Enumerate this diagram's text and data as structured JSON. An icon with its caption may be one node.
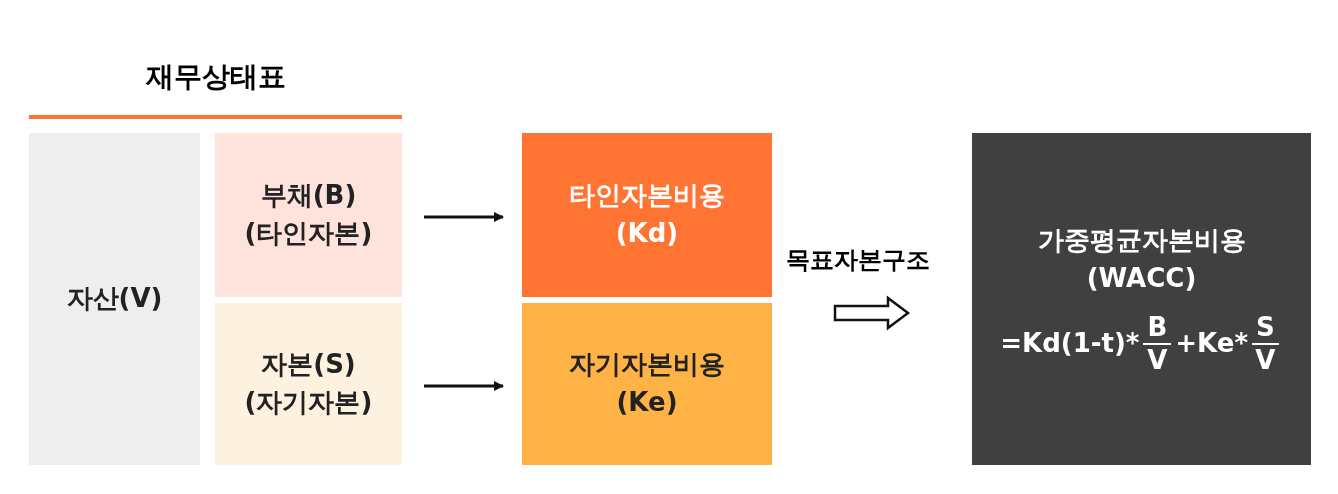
{
  "diagram": {
    "title": "재무상태표",
    "nodes": [
      {
        "text": [
          "자산(V)"
        ]
      },
      {
        "text": [
          "부채(B) (타인자본)"
        ]
      },
      {
        "text": [
          "자본(S) (자기자본)"
        ]
      },
      {
        "text": [
          "타인자본비용 (Kd)"
        ]
      },
      {
        "text": [
          "자기자본비용 (Ke)"
        ]
      },
      {
        "text": [
          "가중평균자본비용 (WACC)",
          "=Kd(1-t)*",
          "B",
          "V",
          "+Ke*",
          "S",
          "V"
        ]
      }
    ],
    "edges": [
      {
        "from": 1,
        "to": 3,
        "arrow": "to"
      },
      {
        "from": 2,
        "to": 4,
        "arrow": "to"
      },
      {
        "from": 3,
        "to": 5,
        "arrow": "to",
        "label": "목표자본구조"
      },
      {
        "from": 4,
        "to": 5,
        "arrow": "to"
      }
    ]
  }
}
